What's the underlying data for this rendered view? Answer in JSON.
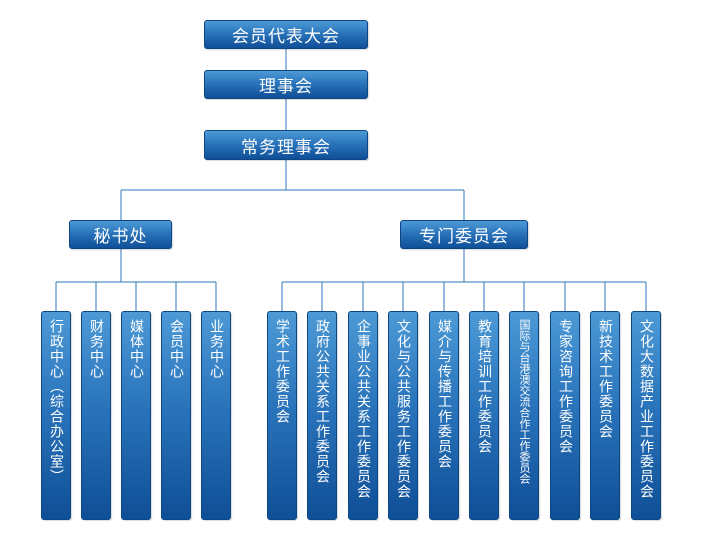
{
  "top": [
    {
      "key": "assembly",
      "label": "会员代表大会"
    },
    {
      "key": "council",
      "label": "理事会"
    },
    {
      "key": "standing",
      "label": "常务理事会"
    }
  ],
  "branches": [
    {
      "key": "secretariat",
      "label": "秘书处"
    },
    {
      "key": "committees",
      "label": "专门委员会"
    }
  ],
  "secretariat_units": [
    "行政中心（综合办公室）",
    "财务中心",
    "媒体中心",
    "会员中心",
    "业务中心"
  ],
  "committee_units": [
    "学术工作委员会",
    "政府公共关系工作委员会",
    "企事业公共关系工作委员会",
    "文化与公共服务工作委员会",
    "媒介与传播工作委员会",
    "教育培训工作委员会",
    "国际与台港澳交流合作工作委员会",
    "专家咨询工作委员会",
    "新技术工作委员会",
    "文化大数据产业工作委员会"
  ],
  "colors": {
    "box_top": "#4d9ad6",
    "box_bottom": "#0f4f97",
    "line": "#2f76bf"
  }
}
